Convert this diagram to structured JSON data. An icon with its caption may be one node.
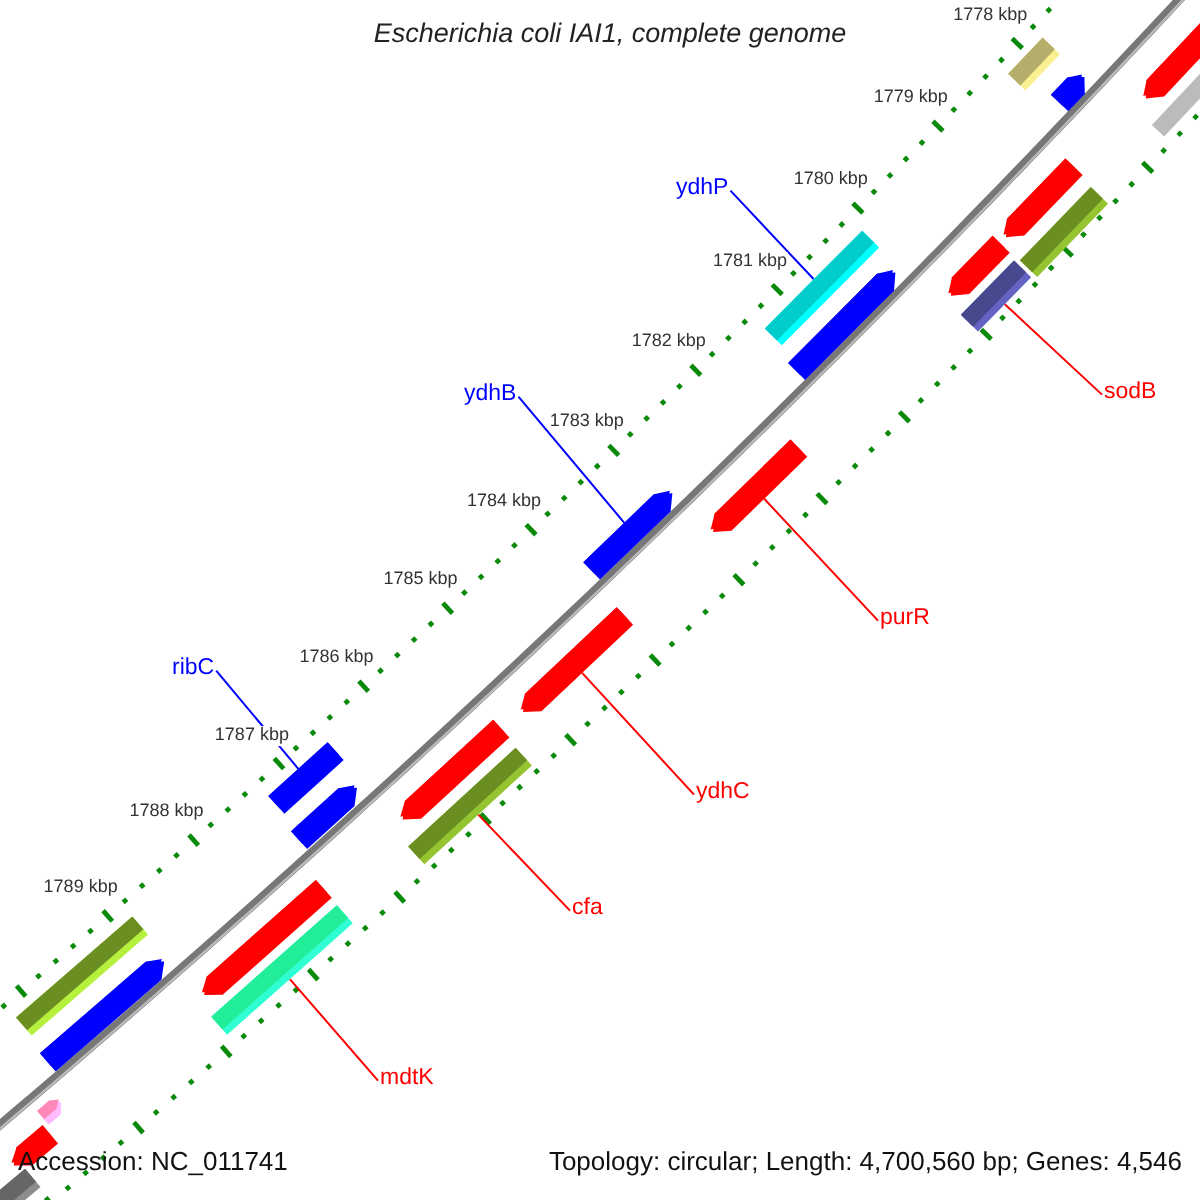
{
  "diagram": {
    "title": "Escherichia coli IAI1, complete genome",
    "nodes": [
      {
        "text": [
          "ydhP"
        ]
      },
      {
        "text": [],
        "shape": "bar"
      },
      {
        "text": [
          "sodB"
        ]
      },
      {
        "text": [],
        "shape": "bar"
      },
      {
        "text": [
          "ydhB"
        ]
      },
      {
        "text": [],
        "shape": "bar"
      },
      {
        "text": [
          "purR"
        ]
      },
      {
        "text": [],
        "shape": "bar"
      },
      {
        "text": [
          "ribC"
        ]
      },
      {
        "text": [],
        "shape": "bar"
      },
      {
        "text": [
          "ydhC"
        ]
      },
      {
        "text": [],
        "shape": "bar"
      },
      {
        "text": [
          "cfa"
        ]
      },
      {
        "text": [],
        "shape": "bar"
      },
      {
        "text": [
          "mdtK"
        ]
      },
      {
        "text": [],
        "shape": "bar"
      }
    ],
    "edges": [
      {
        "from": 0,
        "to": 1,
        "arrow": "none",
        "color": "#0000ff"
      },
      {
        "from": 2,
        "to": 3,
        "arrow": "none"
      },
      {
        "from": 4,
        "to": 5,
        "arrow": "none",
        "color": "#0000ff"
      },
      {
        "from": 6,
        "to": 7,
        "arrow": "none"
      },
      {
        "from": 8,
        "to": 9,
        "arrow": "none",
        "color": "#0000ff"
      },
      {
        "from": 10,
        "to": 11,
        "arrow": "none"
      },
      {
        "from": 12,
        "to": 13,
        "arrow": "none"
      },
      {
        "from": 14,
        "to": 15,
        "arrow": "none"
      }
    ],
    "labels": [
      "1778 kbp",
      "1779 kbp",
      "1780 kbp",
      "1781 kbp",
      "1782 kbp",
      "1783 kbp",
      "1784 kbp",
      "1785 kbp",
      "1786 kbp",
      "1787 kbp",
      "1788 kbp",
      "1789 kbp",
      "Accession: NC_011741",
      "Topology: circular; Length: 4,700,560 bp; Genes: 4,546"
    ]
  }
}
